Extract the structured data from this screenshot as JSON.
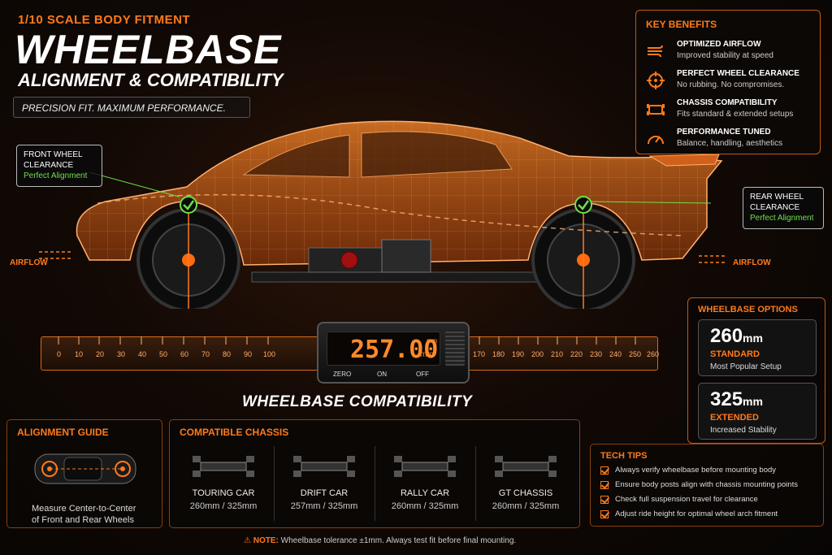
{
  "header": {
    "kicker": "1/10 SCALE BODY FITMENT",
    "title": "WHEELBASE",
    "subtitle": "ALIGNMENT & COMPATIBILITY",
    "tagline": "PRECISION FIT. MAXIMUM PERFORMANCE."
  },
  "benefits": {
    "title": "KEY BENEFITS",
    "items": [
      {
        "title": "OPTIMIZED AIRFLOW",
        "desc": "Improved stability at speed",
        "icon": "airflow-icon"
      },
      {
        "title": "PERFECT WHEEL CLEARANCE",
        "desc": "No rubbing. No compromises.",
        "icon": "crosshair-icon"
      },
      {
        "title": "CHASSIS COMPATIBILITY",
        "desc": "Fits standard & extended setups",
        "icon": "chassis-icon"
      },
      {
        "title": "PERFORMANCE TUNED",
        "desc": "Balance, handling, aesthetics",
        "icon": "gauge-icon"
      }
    ]
  },
  "callouts": {
    "front_title_1": "FRONT WHEEL",
    "front_title_2": "CLEARANCE",
    "front_status": "Perfect Alignment",
    "rear_title_1": "REAR WHEEL",
    "rear_title_2": "CLEARANCE",
    "rear_status": "Perfect Alignment",
    "airflow_left": "AIRFLOW",
    "airflow_right": "AIRFLOW"
  },
  "ruler": {
    "ticks_left": [
      "0",
      "10",
      "20",
      "30",
      "40",
      "50",
      "60",
      "70",
      "80",
      "90",
      "100"
    ],
    "ticks_right": [
      "170",
      "180",
      "190",
      "200",
      "210",
      "220",
      "230",
      "240",
      "250",
      "260"
    ],
    "reading": "257.00",
    "unit_top": "mm",
    "unit_side": "mm",
    "buttons": [
      "ZERO",
      "ON",
      "OFF"
    ]
  },
  "compat_title": "WHEELBASE COMPATIBILITY",
  "wheelbase_options": {
    "title": "WHEELBASE OPTIONS",
    "options": [
      {
        "value": "260",
        "unit": "mm",
        "label": "STANDARD",
        "desc": "Most Popular Setup"
      },
      {
        "value": "325",
        "unit": "mm",
        "label": "EXTENDED",
        "desc": "Increased Stability"
      }
    ]
  },
  "alignment_guide": {
    "title": "ALIGNMENT GUIDE",
    "text_1": "Measure Center-to-Center",
    "text_2": "of Front and Rear Wheels"
  },
  "chassis": {
    "title": "COMPATIBLE CHASSIS",
    "items": [
      {
        "name": "TOURING CAR",
        "sizes": "260mm / 325mm"
      },
      {
        "name": "DRIFT CAR",
        "sizes": "257mm / 325mm"
      },
      {
        "name": "RALLY CAR",
        "sizes": "260mm / 325mm"
      },
      {
        "name": "GT CHASSIS",
        "sizes": "260mm / 325mm"
      }
    ]
  },
  "tips": {
    "title": "TECH TIPS",
    "items": [
      "Always verify wheelbase before mounting body",
      "Ensure body posts align with chassis mounting points",
      "Check full suspension travel for clearance",
      "Adjust ride height for optimal wheel arch fitment"
    ]
  },
  "note": {
    "label": "NOTE:",
    "text": "Wheelbase tolerance ±1mm. Always test fit before final mounting."
  },
  "colors": {
    "accent": "#ff7a1a",
    "ok": "#6fe04a",
    "background": "#0d0805"
  }
}
